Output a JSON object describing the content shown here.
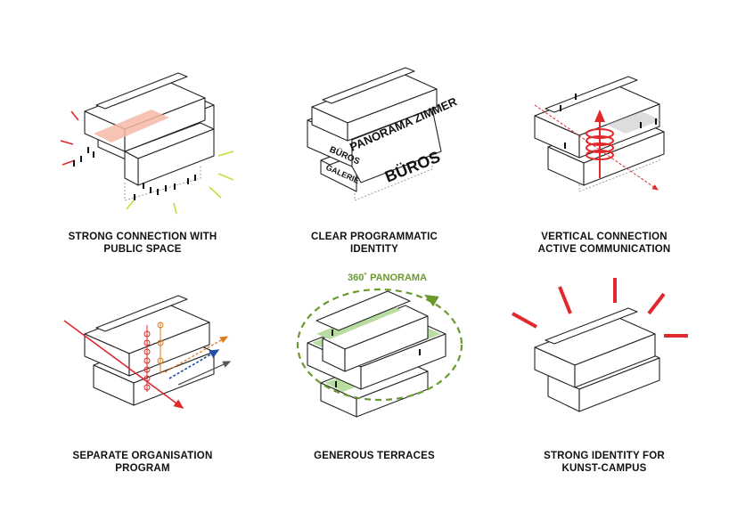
{
  "captions": [
    {
      "line1": "STRONG CONNECTION WITH",
      "line2": "PUBLIC SPACE"
    },
    {
      "line1": "CLEAR PROGRAMMATIC",
      "line2": "IDENTITY"
    },
    {
      "line1": "VERTICAL CONNECTION",
      "line2": "ACTIVE COMMUNICATION"
    },
    {
      "line1": "SEPARATE ORGANISATION",
      "line2": "PROGRAM"
    },
    {
      "line1": "GENEROUS TERRACES",
      "line2": ""
    },
    {
      "line1": "STRONG IDENTITY FOR",
      "line2": "KUNST-CAMPUS"
    }
  ],
  "program_labels": {
    "panorama": "PANORAMA ZIMMER",
    "buros_small": "BÜROS",
    "buros_large": "BÜROS",
    "galerie": "GALERIE"
  },
  "panorama_label": "360˚ PANORAMA",
  "colors": {
    "red": "#e0282d",
    "green": "#6a9a2e",
    "terrace_green": "#b9dca0",
    "yellow_green": "#c8dc3c",
    "pink": "#f4b9a8",
    "cream": "#f6ecc4",
    "orange": "#e07a1e",
    "blue": "#1f4fa8",
    "gray": "#555555"
  }
}
